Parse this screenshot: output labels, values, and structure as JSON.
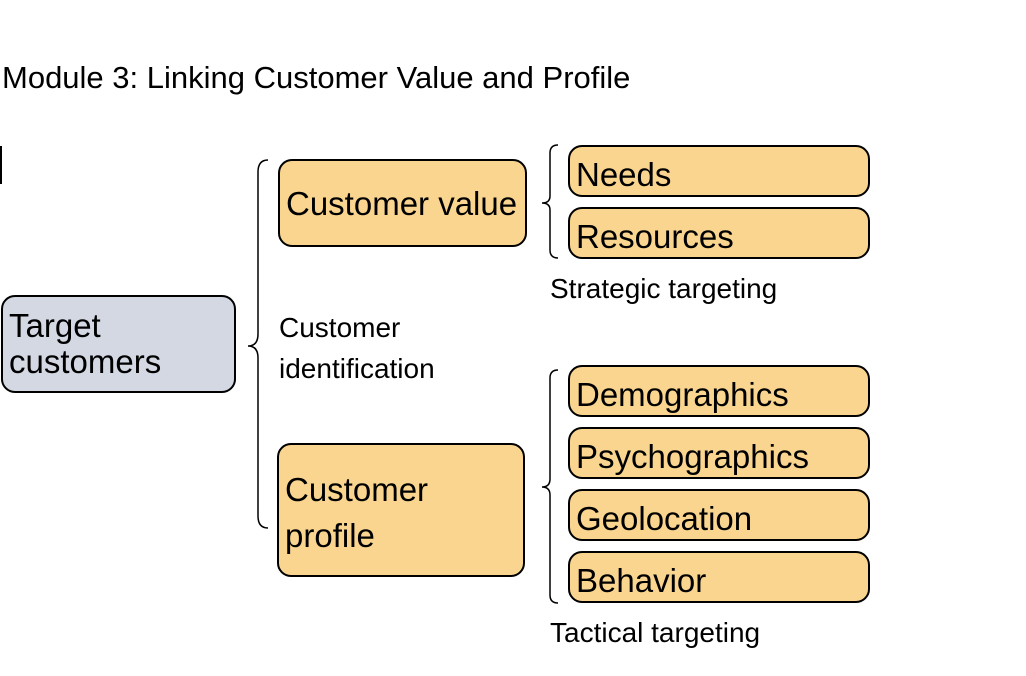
{
  "title": "Module 3: Linking Customer Value and Profile",
  "colors": {
    "node_fill": "#f9d58f",
    "root_fill": "#d3d8e3",
    "stroke": "#000000"
  },
  "root": {
    "line1": "Target",
    "line2": "customers"
  },
  "middle_label": {
    "line1": "Customer",
    "line2": "identification"
  },
  "customer_value": {
    "label": "Customer value"
  },
  "customer_profile": {
    "line1": "Customer",
    "line2": "profile"
  },
  "value_items": [
    "Needs",
    "Resources"
  ],
  "profile_items": [
    "Demographics",
    "Psychographics",
    "Geolocation",
    "Behavior"
  ],
  "strategic_label": "Strategic targeting",
  "tactical_label": "Tactical targeting"
}
